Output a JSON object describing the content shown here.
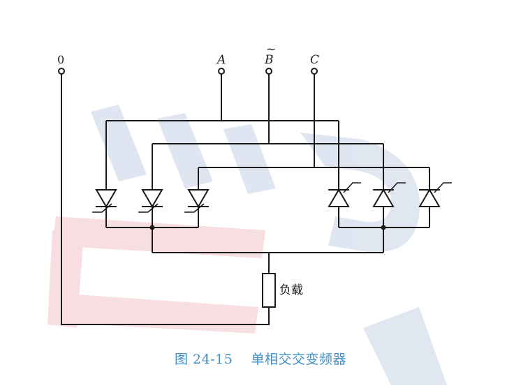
{
  "terminals": [
    {
      "id": "0",
      "label": "0"
    },
    {
      "id": "A",
      "label": "A"
    },
    {
      "id": "B",
      "label": "B",
      "tilde": "~"
    },
    {
      "id": "C",
      "label": "C"
    }
  ],
  "load_label": "负载",
  "caption": {
    "figure": "图 24-15",
    "title": "单相交交变频器"
  },
  "watermark": {
    "colors": [
      "#c7d3e6",
      "#f2c4c8"
    ]
  }
}
